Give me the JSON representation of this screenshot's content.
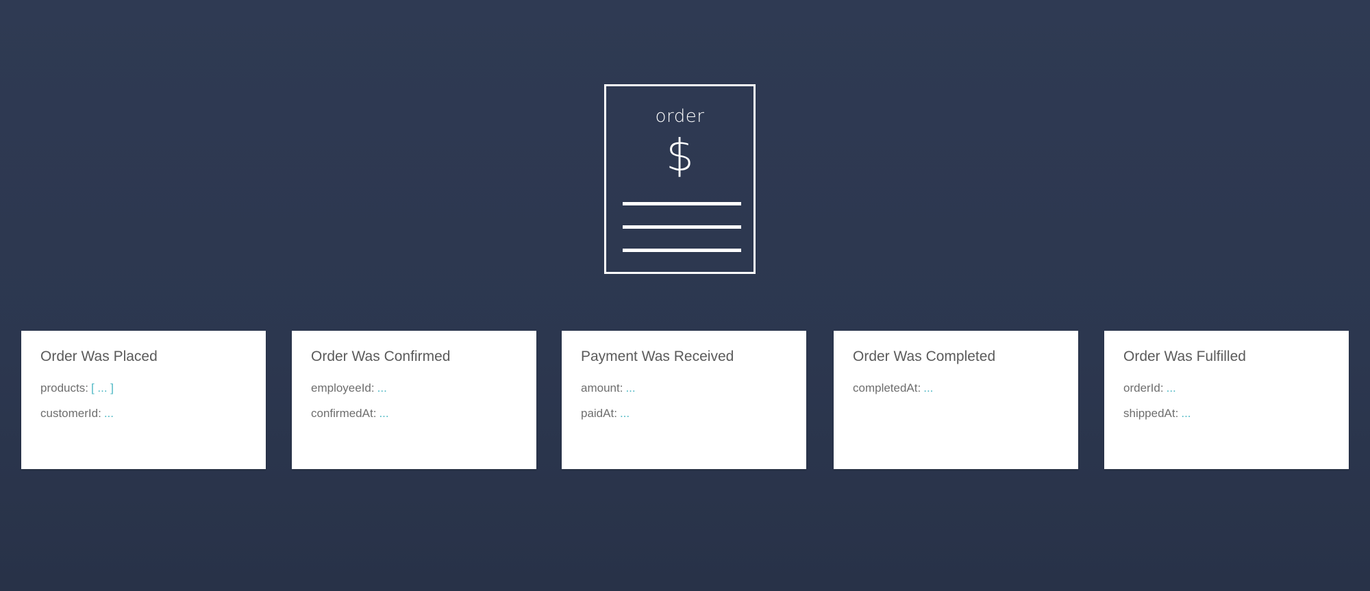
{
  "document": {
    "title": "order",
    "symbol": "$",
    "icon": "order-document-icon"
  },
  "accent_color": "#4fb8c4",
  "background_color": "#2e3951",
  "events": [
    {
      "title": "Order Was Placed",
      "fields": [
        {
          "name": "products:",
          "value": "[ ... ]"
        },
        {
          "name": "customerId:",
          "value": "..."
        }
      ]
    },
    {
      "title": "Order Was Confirmed",
      "fields": [
        {
          "name": "employeeId:",
          "value": "..."
        },
        {
          "name": "confirmedAt:",
          "value": "..."
        }
      ]
    },
    {
      "title": "Payment Was Received",
      "fields": [
        {
          "name": "amount:",
          "value": "..."
        },
        {
          "name": "paidAt:",
          "value": "..."
        }
      ]
    },
    {
      "title": "Order Was Completed",
      "fields": [
        {
          "name": "completedAt:",
          "value": "..."
        }
      ]
    },
    {
      "title": "Order Was Fulfilled",
      "fields": [
        {
          "name": "orderId:",
          "value": "..."
        },
        {
          "name": "shippedAt:",
          "value": "..."
        }
      ]
    }
  ]
}
